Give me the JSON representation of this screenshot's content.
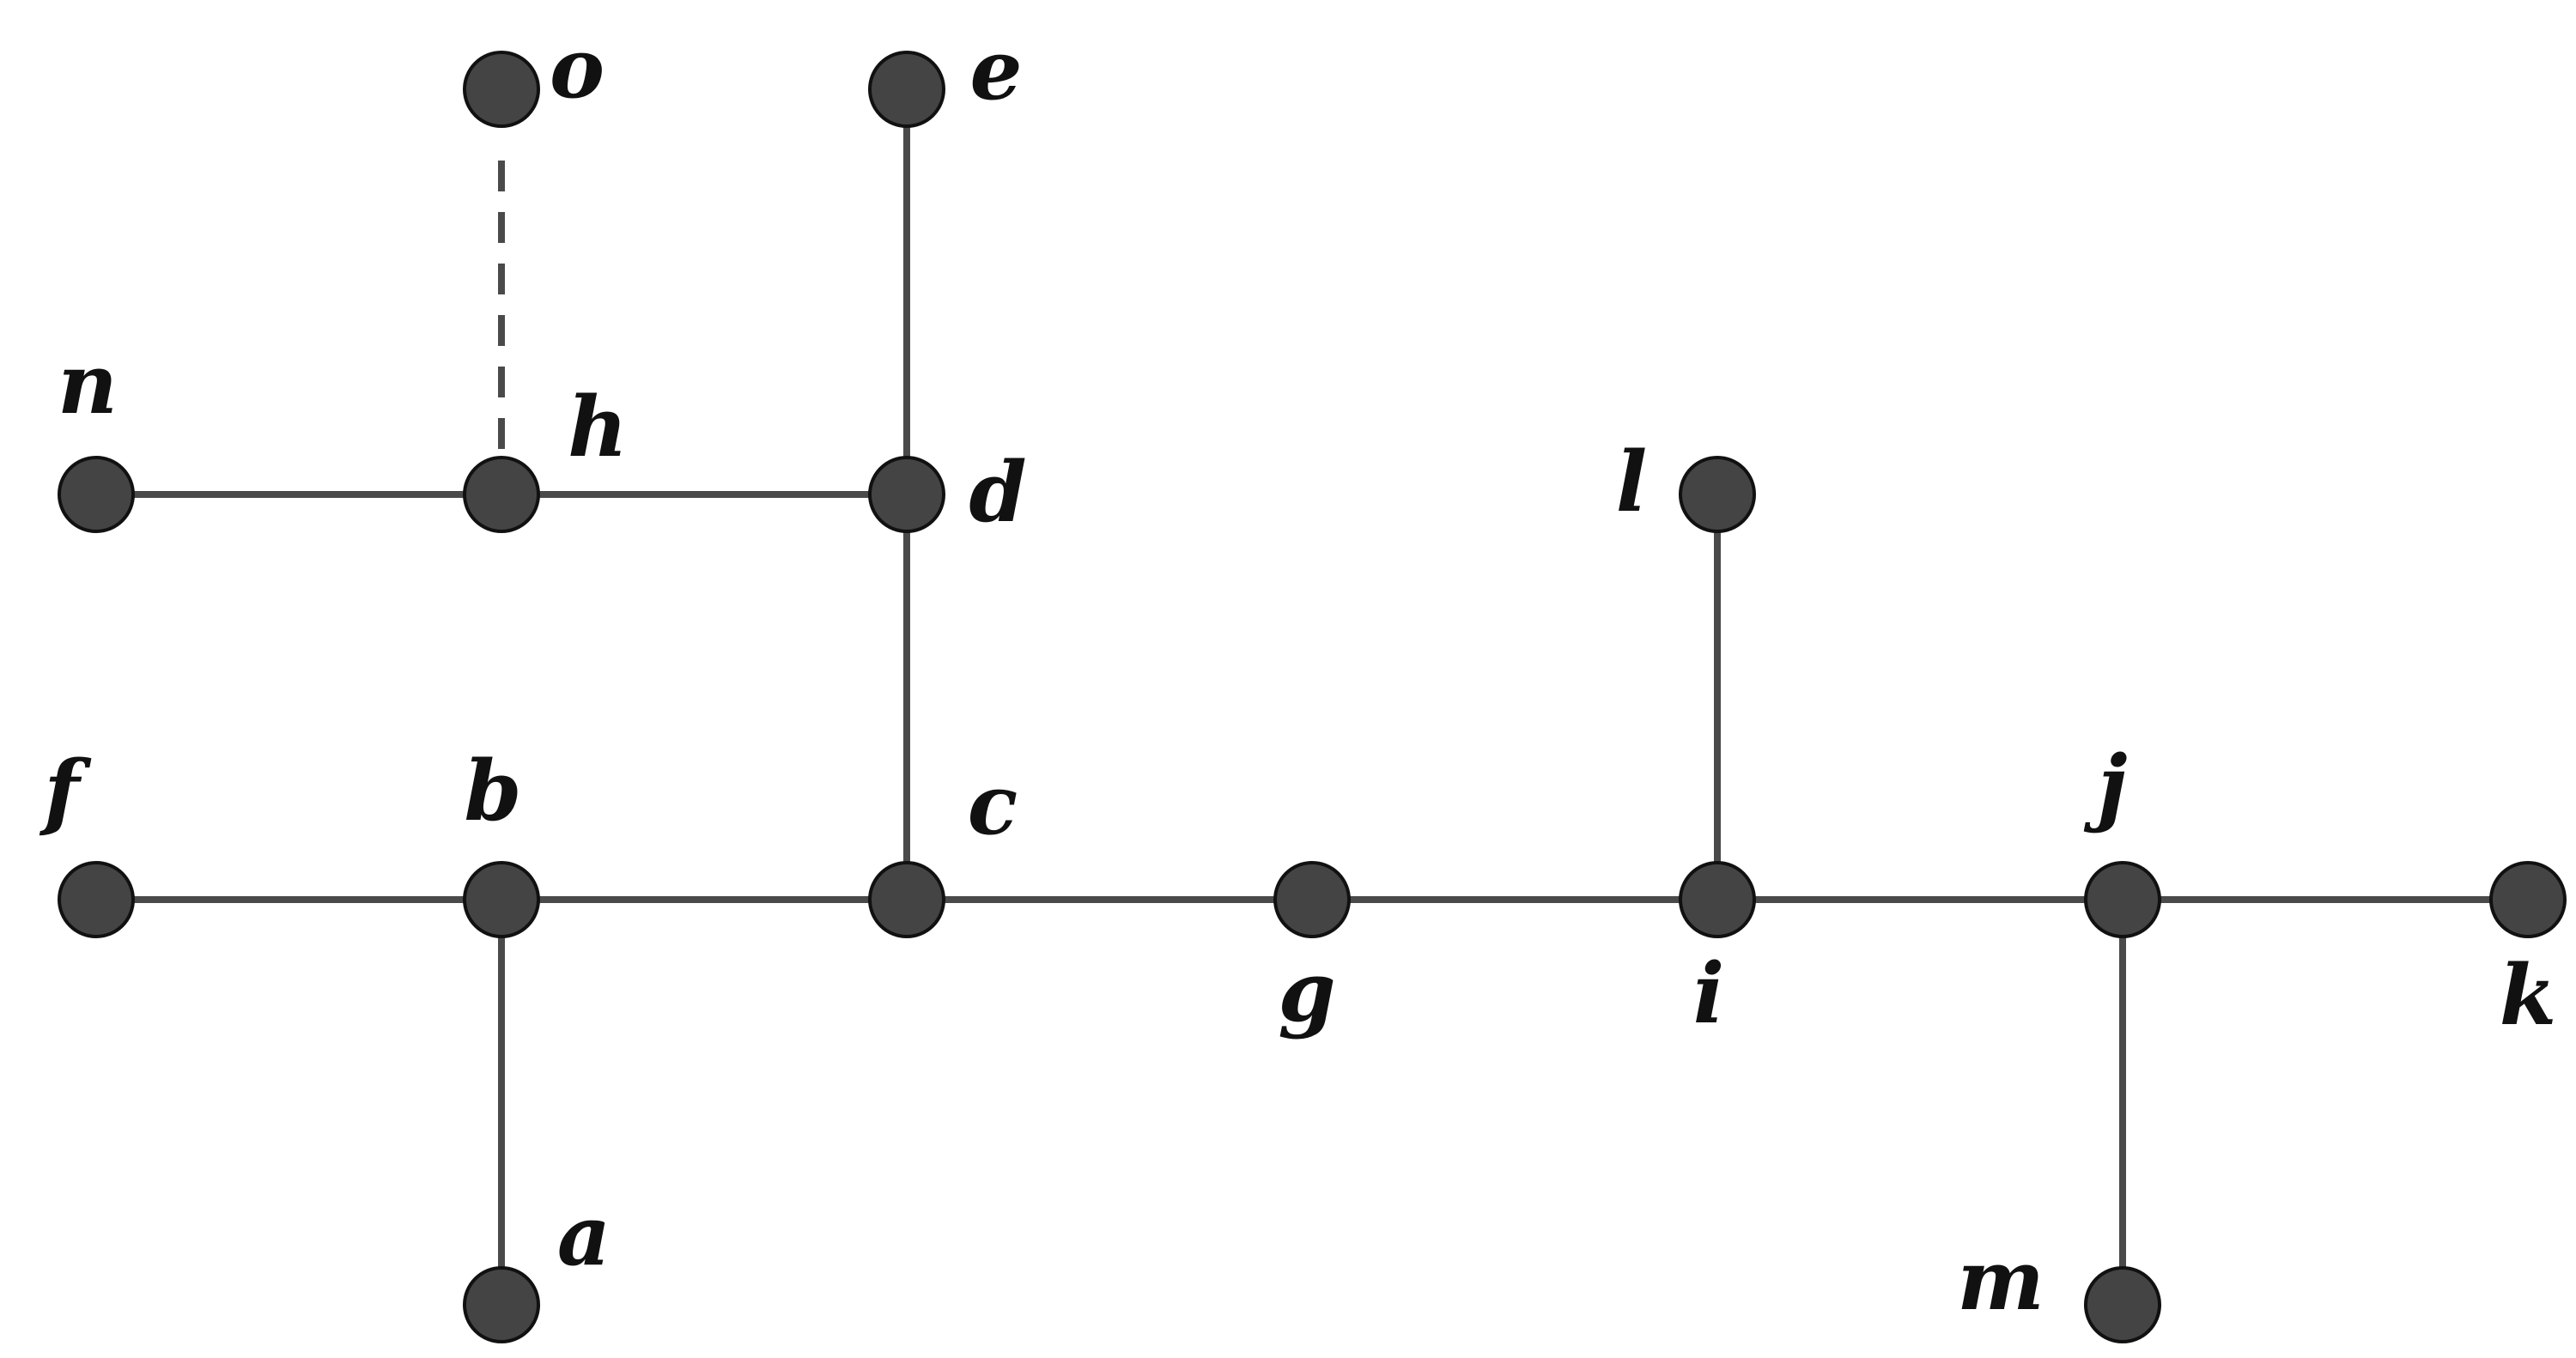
{
  "graph": {
    "nodes": [
      {
        "id": "a",
        "label": "a"
      },
      {
        "id": "b",
        "label": "b"
      },
      {
        "id": "c",
        "label": "c"
      },
      {
        "id": "d",
        "label": "d"
      },
      {
        "id": "e",
        "label": "e"
      },
      {
        "id": "f",
        "label": "f"
      },
      {
        "id": "g",
        "label": "g"
      },
      {
        "id": "h",
        "label": "h"
      },
      {
        "id": "i",
        "label": "i"
      },
      {
        "id": "j",
        "label": "j"
      },
      {
        "id": "k",
        "label": "k"
      },
      {
        "id": "l",
        "label": "l"
      },
      {
        "id": "m",
        "label": "m"
      },
      {
        "id": "n",
        "label": "n"
      },
      {
        "id": "o",
        "label": "o"
      }
    ],
    "edges": [
      {
        "from": "f",
        "to": "b",
        "style": "solid"
      },
      {
        "from": "b",
        "to": "c",
        "style": "solid"
      },
      {
        "from": "c",
        "to": "g",
        "style": "solid"
      },
      {
        "from": "g",
        "to": "i",
        "style": "solid"
      },
      {
        "from": "i",
        "to": "j",
        "style": "solid"
      },
      {
        "from": "j",
        "to": "k",
        "style": "solid"
      },
      {
        "from": "b",
        "to": "a",
        "style": "solid"
      },
      {
        "from": "c",
        "to": "d",
        "style": "solid"
      },
      {
        "from": "d",
        "to": "e",
        "style": "solid"
      },
      {
        "from": "n",
        "to": "h",
        "style": "solid"
      },
      {
        "from": "h",
        "to": "d",
        "style": "solid"
      },
      {
        "from": "h",
        "to": "o",
        "style": "dashed"
      },
      {
        "from": "i",
        "to": "l",
        "style": "solid"
      },
      {
        "from": "j",
        "to": "m",
        "style": "solid"
      }
    ]
  }
}
